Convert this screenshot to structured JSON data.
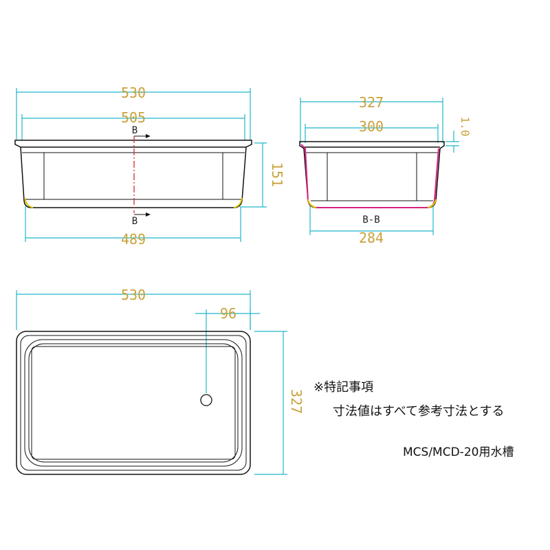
{
  "front_view": {
    "width_outer": "530",
    "width_inner": "505",
    "width_bottom": "489",
    "height": "151",
    "section_marker_top": "B",
    "section_marker_bottom": "B"
  },
  "side_view": {
    "width_outer": "327",
    "width_inner": "300",
    "thickness": "1.0",
    "width_bottom": "284",
    "section_label": "B-B"
  },
  "top_view": {
    "width": "530",
    "hole_offset": "96",
    "depth": "327"
  },
  "notes": {
    "heading": "※特記事項",
    "line1": "寸法値はすべて参考寸法とする",
    "product": "MCS/MCD-20用水槽"
  },
  "colors": {
    "dimension_line": "#1fb6c9",
    "dimension_text": "#c8a13c",
    "section_line": "#d6207d",
    "center_line": "#d12b2b",
    "fillet": "#e0c400"
  }
}
